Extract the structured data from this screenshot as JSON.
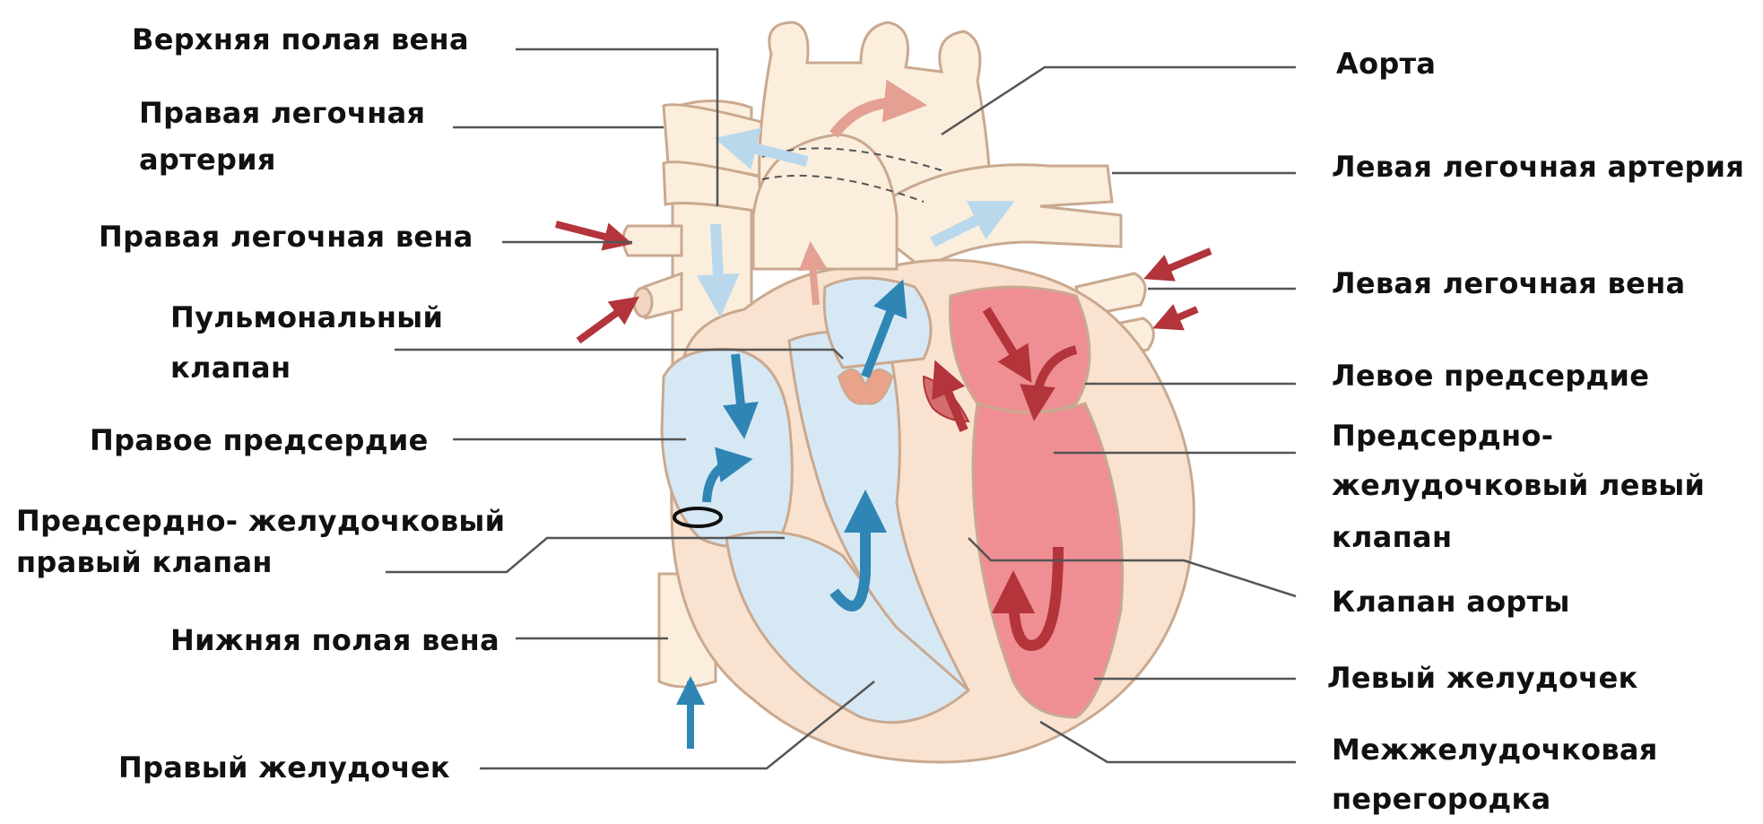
{
  "labels_left": {
    "superior_vena_cava": "Верхняя полая вена",
    "right_pulmonary_artery_1": "Правая легочная",
    "right_pulmonary_artery_2": "артерия",
    "right_pulmonary_vein": "Правая легочная вена",
    "pulmonary_valve_1": "Пульмональный",
    "pulmonary_valve_2": "клапан",
    "right_atrium": "Правое предсердие",
    "tricuspid_valve_1": "Предсердно- желудочковый",
    "tricuspid_valve_2": "правый клапан",
    "inferior_vena_cava": "Нижняя полая вена",
    "right_ventricle": "Правый желудочек"
  },
  "labels_right": {
    "aorta": "Аорта",
    "left_pulmonary_artery": "Левая легочная артерия",
    "left_pulmonary_vein": "Левая легочная вена",
    "left_atrium": "Левое предсердие",
    "mitral_valve_1": "Предсердно-",
    "mitral_valve_2": "желудочковый левый",
    "mitral_valve_3": "клапан",
    "aortic_valve": "Клапан аорты",
    "left_ventricle": "Левый желудочек",
    "septum_1": "Межжелудочковая",
    "septum_2": "перегородка"
  },
  "colors": {
    "heart_wall": "#f9e2d0",
    "heart_outline": "#c9a98f",
    "vessel_fill": "#fbeedd",
    "right_chamber": "#d7e8f5",
    "left_chamber": "#ef8f93",
    "blue_arrow": "#2f86b4",
    "red_arrow": "#b3343b",
    "leader_line": "#555555"
  }
}
